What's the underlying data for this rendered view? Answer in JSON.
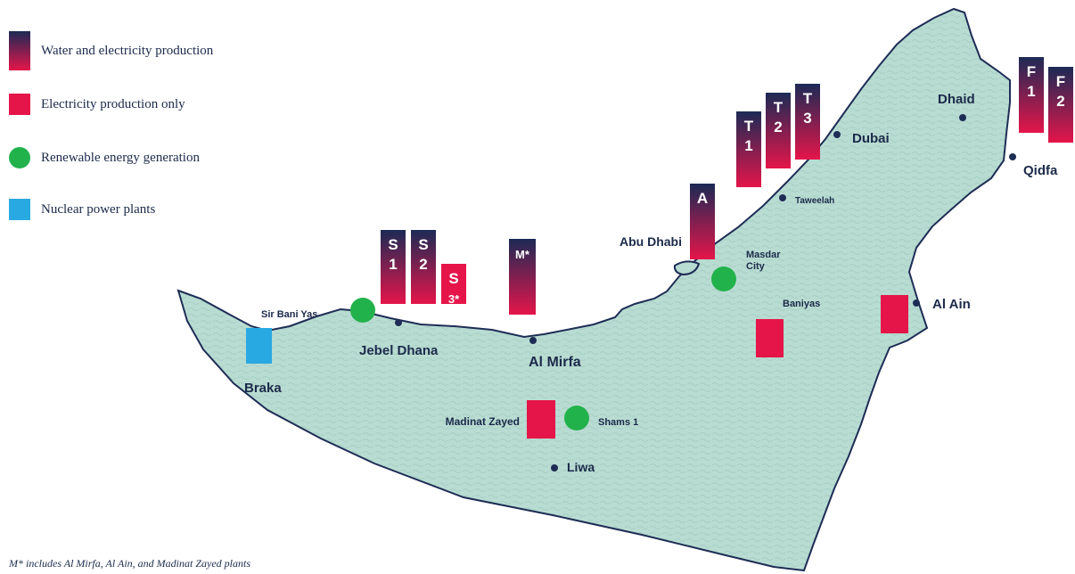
{
  "legend": [
    {
      "kind": "water_electricity",
      "label": "Water and electricity production",
      "color_top": "#1c2a55",
      "color_bottom": "#e5154a"
    },
    {
      "kind": "electricity_only",
      "label": "Electricity production only",
      "color": "#e5154a"
    },
    {
      "kind": "renewable",
      "label": "Renewable energy generation",
      "color": "#22b24c"
    },
    {
      "kind": "nuclear",
      "label": "Nuclear power plants",
      "color": "#29a9e1"
    }
  ],
  "footnote": "M* includes Al Mirfa, Al Ain, and Madinat Zayed plants",
  "colors": {
    "land": "#b9dcd2",
    "coast": "#1e2d55",
    "text": "#1b2a4a"
  },
  "places": [
    {
      "id": "sir-bani-yas",
      "label": "Sir Bani Yas"
    },
    {
      "id": "jebel-dhana",
      "label": "Jebel Dhana"
    },
    {
      "id": "braka",
      "label": "Braka"
    },
    {
      "id": "al-mirfa",
      "label": "Al Mirfa"
    },
    {
      "id": "madinat-zayed",
      "label": "Madinat Zayed"
    },
    {
      "id": "shams-1",
      "label": "Shams 1"
    },
    {
      "id": "liwa",
      "label": "Liwa"
    },
    {
      "id": "abu-dhabi",
      "label": "Abu Dhabi"
    },
    {
      "id": "masdar-city",
      "label": "Masdar\nCity"
    },
    {
      "id": "baniyas",
      "label": "Baniyas"
    },
    {
      "id": "al-ain",
      "label": "Al Ain"
    },
    {
      "id": "taweelah",
      "label": "Taweelah"
    },
    {
      "id": "dubai",
      "label": "Dubai"
    },
    {
      "id": "dhaid",
      "label": "Dhaid"
    },
    {
      "id": "qidfa",
      "label": "Qidfa"
    }
  ],
  "plants": [
    {
      "id": "S1",
      "type": "water_electricity",
      "label": [
        "S",
        "1"
      ]
    },
    {
      "id": "S2",
      "type": "water_electricity",
      "label": [
        "S",
        "2"
      ]
    },
    {
      "id": "S3",
      "type": "electricity_only",
      "label": [
        "S",
        "3*"
      ]
    },
    {
      "id": "M",
      "type": "water_electricity",
      "label": [
        "M*"
      ]
    },
    {
      "id": "A",
      "type": "water_electricity",
      "label": [
        "A"
      ]
    },
    {
      "id": "T1",
      "type": "water_electricity",
      "label": [
        "T",
        "1"
      ]
    },
    {
      "id": "T2",
      "type": "water_electricity",
      "label": [
        "T",
        "2"
      ]
    },
    {
      "id": "T3",
      "type": "water_electricity",
      "label": [
        "T",
        "3"
      ]
    },
    {
      "id": "F1",
      "type": "water_electricity",
      "label": [
        "F",
        "1"
      ]
    },
    {
      "id": "F2",
      "type": "water_electricity",
      "label": [
        "F",
        "2"
      ]
    },
    {
      "id": "braka-nuclear",
      "type": "nuclear",
      "label": []
    },
    {
      "id": "sir-bani-yas-renewable",
      "type": "renewable",
      "label": []
    },
    {
      "id": "masdar-renewable",
      "type": "renewable",
      "label": []
    },
    {
      "id": "shams-renewable",
      "type": "renewable",
      "label": []
    },
    {
      "id": "madinat-zayed-electricity",
      "type": "electricity_only",
      "label": []
    },
    {
      "id": "baniyas-electricity",
      "type": "electricity_only",
      "label": []
    },
    {
      "id": "al-ain-electricity",
      "type": "electricity_only",
      "label": []
    }
  ]
}
